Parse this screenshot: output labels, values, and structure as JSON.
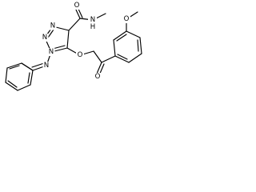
{
  "structure": {
    "type": "chemical-structure",
    "atom_labels": {
      "triazole_n3": "N",
      "triazole_n2": "N",
      "triazole_n1": "N",
      "imine_n": "N",
      "amide_o": "O",
      "amide_n": "N",
      "amide_h": "H",
      "ether_o": "O",
      "ketone_o": "O",
      "methoxy_o": "O"
    }
  }
}
